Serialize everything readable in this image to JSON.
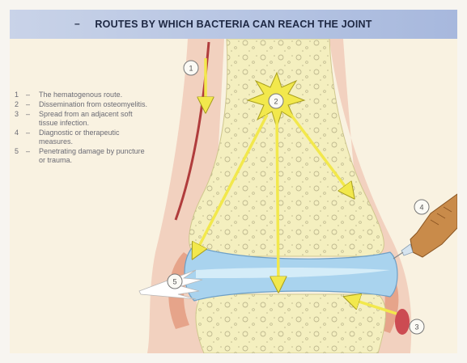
{
  "title": "ROUTES BY WHICH BACTERIA CAN REACH THE JOINT",
  "title_prefix": "–",
  "legend": [
    {
      "number": "1",
      "dash": "–",
      "text": "The hematogenous route."
    },
    {
      "number": "2",
      "dash": "–",
      "text": "Dissemination from osteomyelitis."
    },
    {
      "number": "3",
      "dash": "–",
      "text": "Spread from an adjacent soft tissue infection."
    },
    {
      "number": "4",
      "dash": "–",
      "text": "Diagnostic or therapeutic measures."
    },
    {
      "number": "5",
      "dash": "–",
      "text": "Penetrating damage by puncture or trauma."
    }
  ],
  "markers": [
    "1",
    "2",
    "3",
    "4",
    "5"
  ],
  "colors": {
    "arrow": "#f2e84c",
    "bone": "#f4efbf",
    "cartilage": "#a9d3ee",
    "soft_tissue": "#e9b19a",
    "title_bar": "#b4c3e2"
  }
}
